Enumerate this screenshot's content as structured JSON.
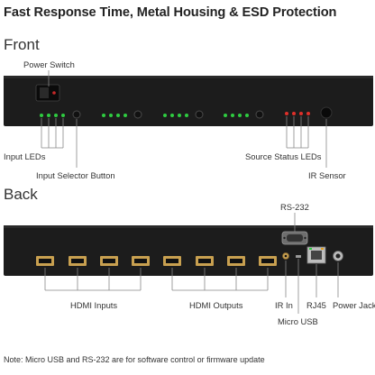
{
  "heading": "Fast Response Time, Metal Housing & ESD Protection",
  "front": {
    "section_label": "Front",
    "labels": {
      "power_switch": "Power Switch",
      "input_leds": "Input LEDs",
      "input_selector": "Input Selector Button",
      "source_status_leds": "Source Status LEDs",
      "ir_sensor": "IR Sensor"
    }
  },
  "back": {
    "section_label": "Back",
    "labels": {
      "rs232": "RS-232",
      "hdmi_inputs": "HDMI Inputs",
      "hdmi_outputs": "HDMI Outputs",
      "ir_in": "IR In",
      "micro_usb": "Micro USB",
      "rj45": "RJ45",
      "power_jack": "Power Jack"
    }
  },
  "note": "Note: Micro USB and RS-232 are for software control or firmware update",
  "colors": {
    "panel": "#1c1c1c",
    "led_green": "#2ecc40",
    "led_red": "#e0302a",
    "hdmi_gold": "#c8a050",
    "callout_line": "#888888"
  }
}
